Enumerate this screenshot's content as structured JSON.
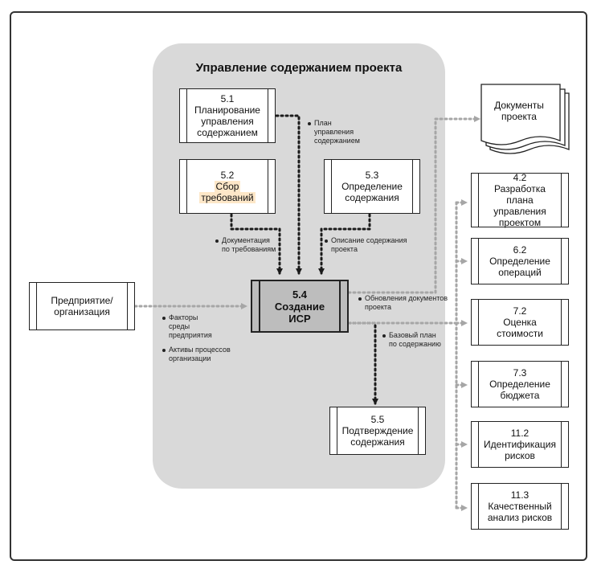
{
  "group": {
    "title": "Управление содержанием проекта"
  },
  "processes": {
    "p51": {
      "num": "5.1",
      "line1": "Планирование",
      "line2": "управления",
      "line3": "содержанием"
    },
    "p52": {
      "num": "5.2",
      "line1": "Сбор",
      "line2": "требований"
    },
    "p53": {
      "num": "5.3",
      "line1": "Определение",
      "line2": "содержания"
    },
    "p54": {
      "num": "5.4",
      "line1": "Создание",
      "line2": "ИСР"
    },
    "p55": {
      "num": "5.5",
      "line1": "Подтверждение",
      "line2": "содержания"
    },
    "p42": {
      "num": "4.2",
      "line1": "Разработка",
      "line2": "плана",
      "line3": "управления",
      "line4": "проектом"
    },
    "p62": {
      "num": "6.2",
      "line1": "Определение",
      "line2": "операций"
    },
    "p72": {
      "num": "7.2",
      "line1": "Оценка",
      "line2": "стоимости"
    },
    "p73": {
      "num": "7.3",
      "line1": "Определение",
      "line2": "бюджета"
    },
    "p112": {
      "num": "11.2",
      "line1": "Идентификация",
      "line2": "рисков"
    },
    "p113": {
      "num": "11.3",
      "line1": "Качественный",
      "line2": "анализ рисков"
    }
  },
  "external": {
    "line1": "Предприятие/",
    "line2": "организация"
  },
  "documents": {
    "line1": "Документы",
    "line2": "проекта"
  },
  "labels": {
    "plan": [
      "План",
      "управления",
      "содержанием"
    ],
    "req_docs": [
      "Документация",
      "по требованиям"
    ],
    "scope_desc": [
      "Описание содержания",
      "проекта"
    ],
    "doc_updates": [
      "Обновления документов",
      "проекта"
    ],
    "baseline": [
      "Базовый план",
      "по содержанию"
    ],
    "env_factors": [
      "Факторы",
      "среды",
      "предприятия"
    ],
    "org_assets": [
      "Активы процессов",
      "организации"
    ]
  },
  "colors": {
    "group_bg": "#d9d9d9",
    "main_box": "#bdbdbd",
    "highlight": "#fde7c8",
    "dotted_gray": "#a6a6a6",
    "dotted_black": "#1a1a1a"
  }
}
